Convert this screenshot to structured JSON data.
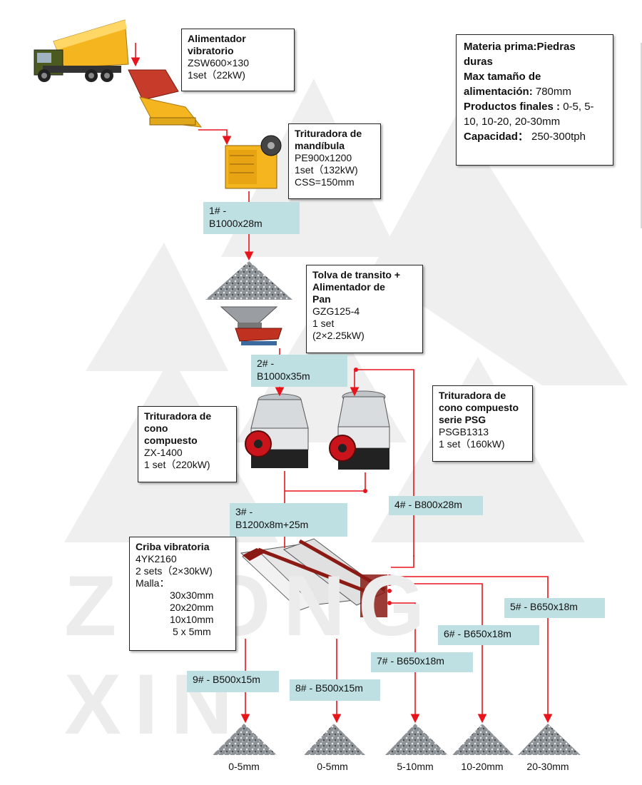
{
  "info": {
    "materia_label": "Materia prima:",
    "materia_value": "Piedras duras",
    "max_label": "Max tamaño de alimentación:",
    "max_value": "780mm",
    "prod_label": "Productos finales :",
    "prod_value": "0-5, 5-10, 10-20, 20-30mm",
    "cap_label": "Capacidad：",
    "cap_value": "250-300tph"
  },
  "watermark": "ZHONG XIN",
  "boxes": {
    "feeder": {
      "title1": "Alimentador",
      "title2": "vibratorio",
      "model": "ZSW600×130",
      "spec": "1set（22kW)"
    },
    "jaw": {
      "title1": "Trituradora de",
      "title2": "mandíbula",
      "model": "PE900x1200",
      "spec": "1set（132kW)",
      "css": "CSS=150mm"
    },
    "hopper": {
      "title1": "Tolva de transito +",
      "title2": "Alimentador de",
      "title3": "Pan",
      "model": "GZG125-4",
      "spec": "1 set",
      "spec2": "(2×2.25kW)"
    },
    "cone1": {
      "title1": " Trituradora de",
      "title2": "cono",
      "title3": "compuesto",
      "model": "ZX-1400",
      "spec": "1 set（220kW)"
    },
    "cone2": {
      "title1": "Trituradora de",
      "title2": "cono compuesto",
      "title3": "serie PSG",
      "model": "PSGB1313",
      "spec": "1 set（160kW)"
    },
    "screen": {
      "title1": "Criba vibratoria",
      "model": "4YK2160",
      "spec": "2 sets（2×30kW)",
      "malla": "Malla：",
      "m1": "30x30mm",
      "m2": "20x20mm",
      "m3": "10x10mm",
      "m4": "5 x 5mm"
    }
  },
  "belts": {
    "b1": {
      "line1": "1# -",
      "line2": "B1000x28m"
    },
    "b2": {
      "line1": "2# -",
      "line2": "B1000x35m"
    },
    "b3": {
      "line1": "3# -",
      "line2": "B1200x8m+25m"
    },
    "b4": "4# - B800x28m",
    "b5": "5# - B650x18m",
    "b6": "6# - B650x18m",
    "b7": "7# - B650x18m",
    "b8": "8# - B500x15m",
    "b9": "9# - B500x15m"
  },
  "products": [
    "0-5mm",
    "0-5mm",
    "5-10mm",
    "10-20mm",
    "20-30mm"
  ],
  "colors": {
    "belt_fill": "#bfe0e2",
    "arrow": "#e8141b",
    "machine_yellow": "#f5b51e",
    "crusher_red": "#c41a1a"
  }
}
